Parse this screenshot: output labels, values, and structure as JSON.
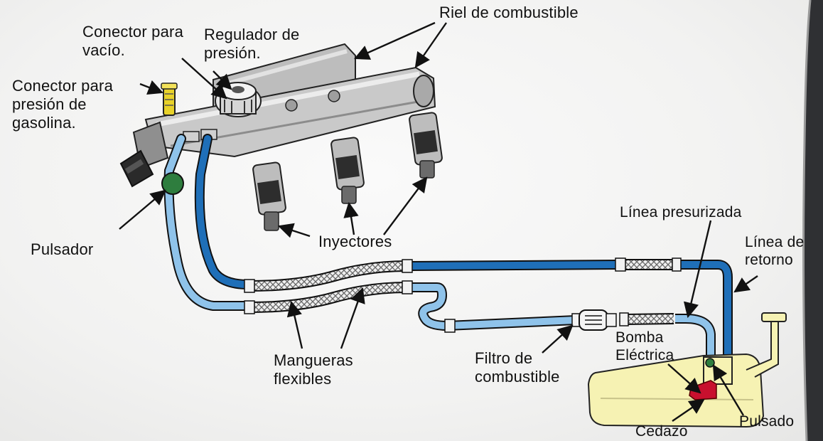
{
  "labels": {
    "fuel_rail": "Riel de combustible",
    "vacuum_connector": "Conector para\nvacío.",
    "pressure_regulator": "Regulador de\npresión.",
    "fuel_pressure_connector": "Conector para\npresión de\ngasolina.",
    "pulsator": "Pulsador",
    "injectors": "Inyectores",
    "pressurized_line": "Línea presurizada",
    "return_line": "Línea de\nretorno",
    "flexible_hoses": "Mangueras\nflexibles",
    "fuel_filter": "Filtro de\ncombustible",
    "electric_pump": "Bomba\nEléctrica",
    "tank_pulsator": "Pulsado",
    "strainer": "Cedazo"
  },
  "colors": {
    "pressure_line": "#1f6fb8",
    "return_line_light": "#8fc3ea",
    "pulsator": "#2e7d3e",
    "tank": "#f6f2b3",
    "strainer": "#c8102e",
    "connector": "#e8d22a",
    "rail": "#c9c9c9"
  }
}
